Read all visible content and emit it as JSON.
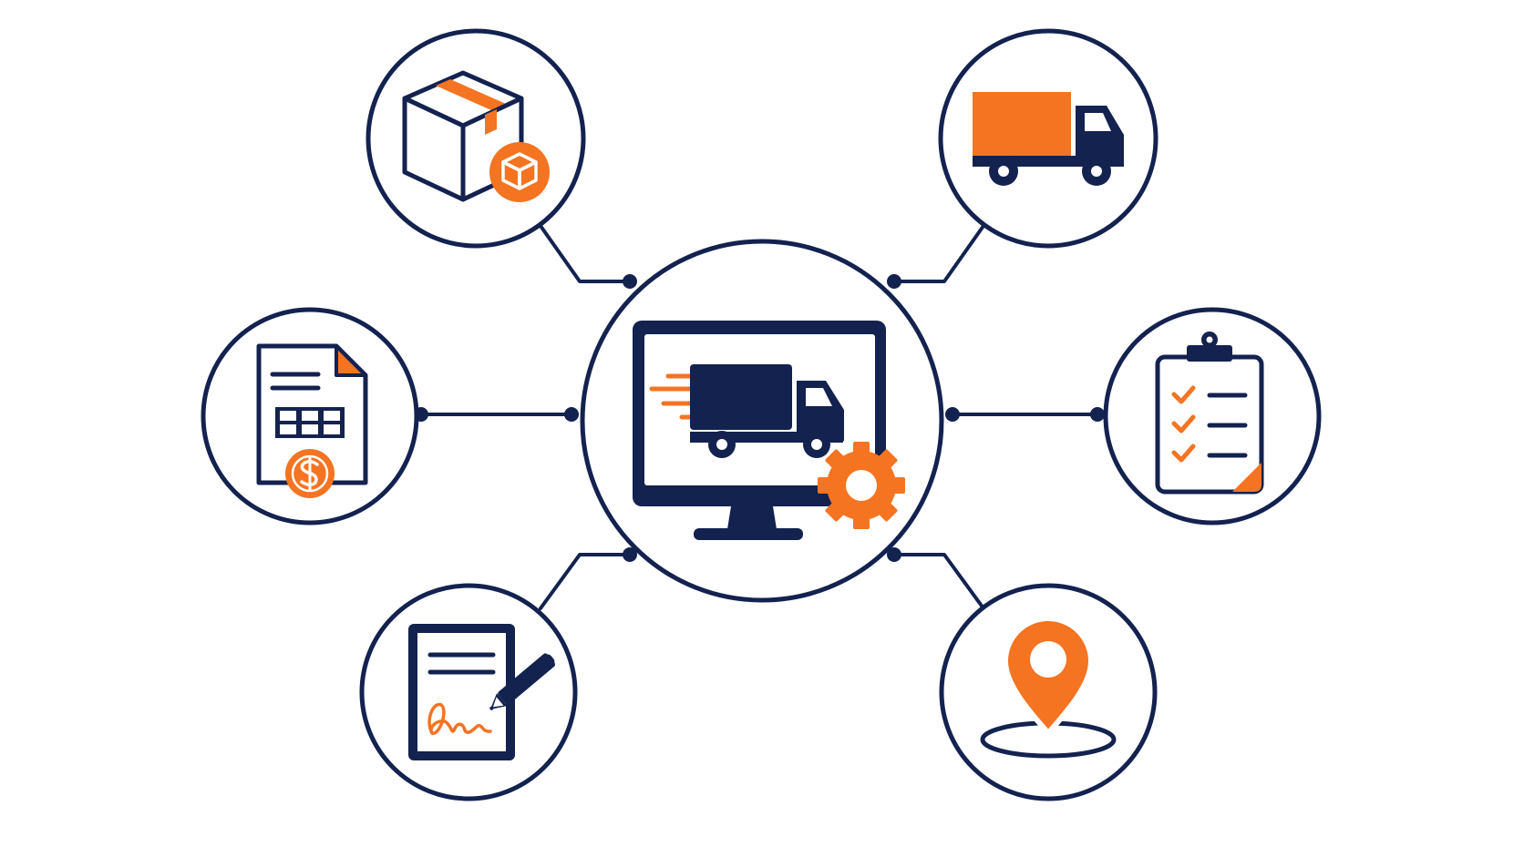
{
  "colors": {
    "navy": "#13224f",
    "orange": "#f47422",
    "background": "#ffffff"
  },
  "center": {
    "name": "hub-computer-monitor",
    "icons": [
      "computer-monitor-icon",
      "delivery-truck-icon",
      "speed-lines-icon",
      "gear-icon"
    ]
  },
  "nodes": [
    {
      "id": "package",
      "icons": [
        "cardboard-box-icon",
        "package-badge-icon"
      ]
    },
    {
      "id": "truck",
      "icons": [
        "cargo-truck-icon"
      ]
    },
    {
      "id": "invoice",
      "icons": [
        "invoice-document-icon",
        "dollar-coin-icon"
      ]
    },
    {
      "id": "checklist",
      "icons": [
        "clipboard-checklist-icon"
      ]
    },
    {
      "id": "signature",
      "icons": [
        "signed-document-icon",
        "pen-icon"
      ]
    },
    {
      "id": "location",
      "icons": [
        "map-pin-icon"
      ]
    }
  ]
}
